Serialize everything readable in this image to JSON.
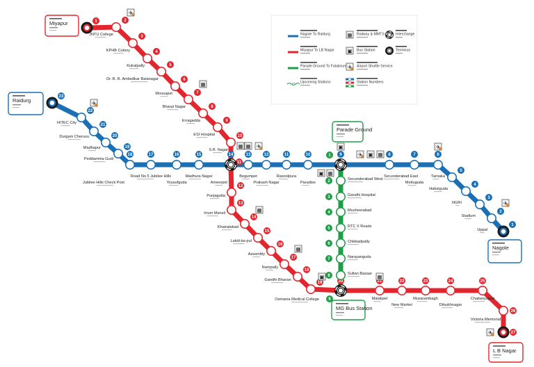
{
  "colors": {
    "blue": "#1b6fb5",
    "red": "#e3262d",
    "green": "#1f9e48",
    "black": "#1a1a1a",
    "white": "#ffffff"
  },
  "legend": {
    "lines": [
      {
        "label": "Nagole To Raidurg",
        "color": "#1b6fb5"
      },
      {
        "label": "Miyapur To LB Nagar",
        "color": "#e3262d"
      },
      {
        "label": "Parade Ground To Falaknuma",
        "color": "#1f9e48"
      },
      {
        "label": "Upcoming Stations",
        "color": "#1f9e48"
      }
    ],
    "icons": [
      {
        "label": "Railway & MMTS",
        "icon": "railway-icon"
      },
      {
        "label": "Bus Station",
        "icon": "bus-icon"
      },
      {
        "label": "Airport Shuttle Service",
        "icon": "airport-icon"
      },
      {
        "label": "Station Numbers",
        "icon": "station-number-icon"
      }
    ],
    "markers": [
      {
        "label": "Interchange",
        "icon": "interchange-icon"
      },
      {
        "label": "Terminus",
        "icon": "terminus-icon"
      }
    ]
  },
  "terminals": [
    {
      "name": "Miyapur",
      "line": "red"
    },
    {
      "name": "Raidurg",
      "line": "blue"
    },
    {
      "name": "Parade Ground",
      "line": "green"
    },
    {
      "name": "Nagole",
      "line": "blue"
    },
    {
      "name": "MG Bus Station",
      "line": "green"
    },
    {
      "name": "L B Nagar",
      "line": "red"
    }
  ],
  "lines": {
    "red": {
      "name": "Miyapur To LB Nagar",
      "stations": [
        {
          "num": "1",
          "name": ""
        },
        {
          "num": "2",
          "name": "JNTU College"
        },
        {
          "num": "3",
          "name": "KPHB Colony"
        },
        {
          "num": "4",
          "name": "Kukatpally"
        },
        {
          "num": "5",
          "name": "Dr. B. R. Ambedkar Balanagar"
        },
        {
          "num": "6",
          "name": "Moosapet"
        },
        {
          "num": "7",
          "name": "Bharat Nagar"
        },
        {
          "num": "8",
          "name": "Erragadda"
        },
        {
          "num": "9",
          "name": "ESI Hospital"
        },
        {
          "num": "10",
          "name": "S.R. Nagar"
        },
        {
          "num": "11",
          "name": ""
        },
        {
          "num": "12",
          "name": "Punjagutta"
        },
        {
          "num": "13",
          "name": "Irrum Manzil"
        },
        {
          "num": "14",
          "name": "Khairatabad"
        },
        {
          "num": "15",
          "name": "Lakdi-ka-pul"
        },
        {
          "num": "16",
          "name": "Assembly"
        },
        {
          "num": "17",
          "name": "Nampally"
        },
        {
          "num": "18",
          "name": "Gandhi Bhavan"
        },
        {
          "num": "19",
          "name": "Osmania Medical College"
        },
        {
          "num": "20",
          "name": ""
        },
        {
          "num": "21",
          "name": "Malakpet"
        },
        {
          "num": "22",
          "name": "New Market"
        },
        {
          "num": "23",
          "name": "Musarambagh"
        },
        {
          "num": "24",
          "name": "Dilsukhnagar"
        },
        {
          "num": "25",
          "name": "Chaitanyapuri"
        },
        {
          "num": "26",
          "name": "Victoria Memorial"
        },
        {
          "num": "27",
          "name": ""
        }
      ]
    },
    "blue": {
      "name": "Nagole To Raidurg",
      "stations": [
        {
          "num": "1",
          "name": ""
        },
        {
          "num": "2",
          "name": "Uppal"
        },
        {
          "num": "3",
          "name": "Stadium"
        },
        {
          "num": "4",
          "name": "NGRI"
        },
        {
          "num": "5",
          "name": "Habsiguda"
        },
        {
          "num": "6",
          "name": "Tarnaka"
        },
        {
          "num": "7",
          "name": "Mettuguda"
        },
        {
          "num": "8",
          "name": "Secunderabad East"
        },
        {
          "num": "9",
          "name": ""
        },
        {
          "num": "10",
          "name": "Paradise"
        },
        {
          "num": "11",
          "name": "Rasoolpura"
        },
        {
          "num": "12",
          "name": "Prakash Nagar"
        },
        {
          "num": "13",
          "name": "Begumpet"
        },
        {
          "num": "14",
          "name": "Ameerpet"
        },
        {
          "num": "15",
          "name": "Madhura Nagar"
        },
        {
          "num": "16",
          "name": "Yousufguda"
        },
        {
          "num": "17",
          "name": "Road No 5 Jubilee Hills"
        },
        {
          "num": "18",
          "name": "Jubilee Hills Check Post"
        },
        {
          "num": "19",
          "name": "Peddamma Gudi"
        },
        {
          "num": "20",
          "name": "Madhapur"
        },
        {
          "num": "21",
          "name": "Durgam Cheruvu"
        },
        {
          "num": "22",
          "name": "HITEC City"
        },
        {
          "num": "23",
          "name": ""
        }
      ]
    },
    "green": {
      "name": "Parade Ground To Falaknuma",
      "stations": [
        {
          "num": "1",
          "name": ""
        },
        {
          "num": "2",
          "name": "Secunderabad West"
        },
        {
          "num": "3",
          "name": "Gandhi Hospital"
        },
        {
          "num": "4",
          "name": "Musheerabad"
        },
        {
          "num": "5",
          "name": "RTC X Roads"
        },
        {
          "num": "6",
          "name": "Chikkadpally"
        },
        {
          "num": "7",
          "name": "Narayanguda"
        },
        {
          "num": "8",
          "name": "Sultan Bazaar"
        },
        {
          "num": "9",
          "name": ""
        }
      ]
    }
  }
}
